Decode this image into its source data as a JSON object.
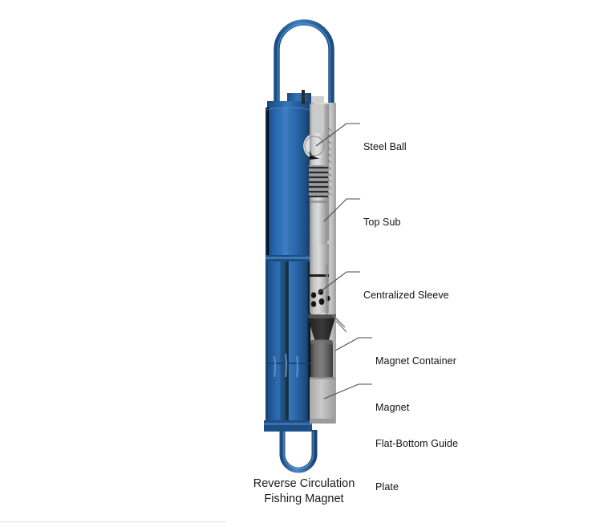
{
  "figure": {
    "caption_lines": [
      "Reverse Circulation",
      "Fishing Magnet"
    ],
    "subject": "Reverse Circulation Fishing Magnet",
    "view": "cutaway-section",
    "colors": {
      "body_blue_mid": "#2463A8",
      "body_blue_light": "#3A7CC0",
      "body_blue_dark": "#16416F",
      "bail_blue": "#2C6BB0",
      "steel_light": "#D9D9D9",
      "steel_mid": "#B5B5B5",
      "steel_dark": "#8A8A8A",
      "magnet_dark": "#5A5A5A",
      "funnel_dark": "#2E2E2E",
      "leader_line": "#4a4a4a",
      "background": "#FFFFFF"
    }
  },
  "callouts": [
    {
      "id": "steel-ball",
      "lines": [
        "Steel Ball"
      ]
    },
    {
      "id": "top-sub",
      "lines": [
        "Top Sub"
      ]
    },
    {
      "id": "centralized-sleeve",
      "lines": [
        "Centralized Sleeve"
      ]
    },
    {
      "id": "magnet-container",
      "lines": [
        "Magnet Container"
      ]
    },
    {
      "id": "magnet-group",
      "lines": [
        "Magnet",
        "Flat-Bottom Guide",
        "Plate"
      ]
    }
  ]
}
